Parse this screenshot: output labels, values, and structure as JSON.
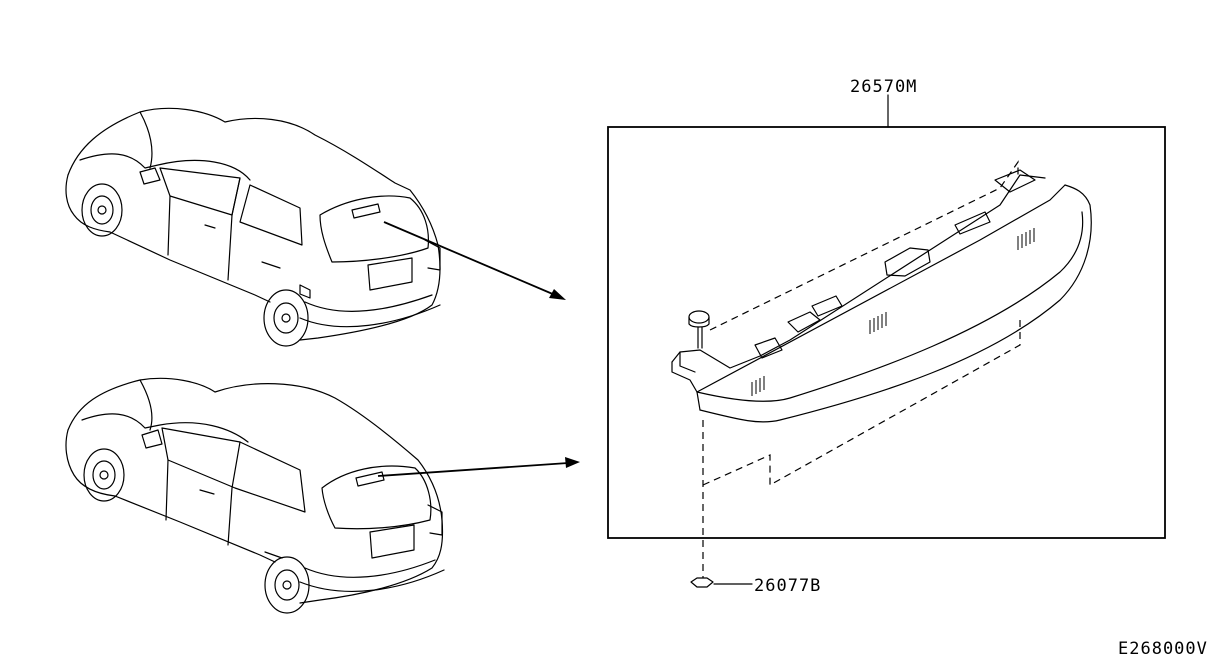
{
  "diagram": {
    "labels": {
      "assembly_part": "26570M",
      "nut_part": "26077B",
      "diagram_code": "E268000V"
    }
  }
}
